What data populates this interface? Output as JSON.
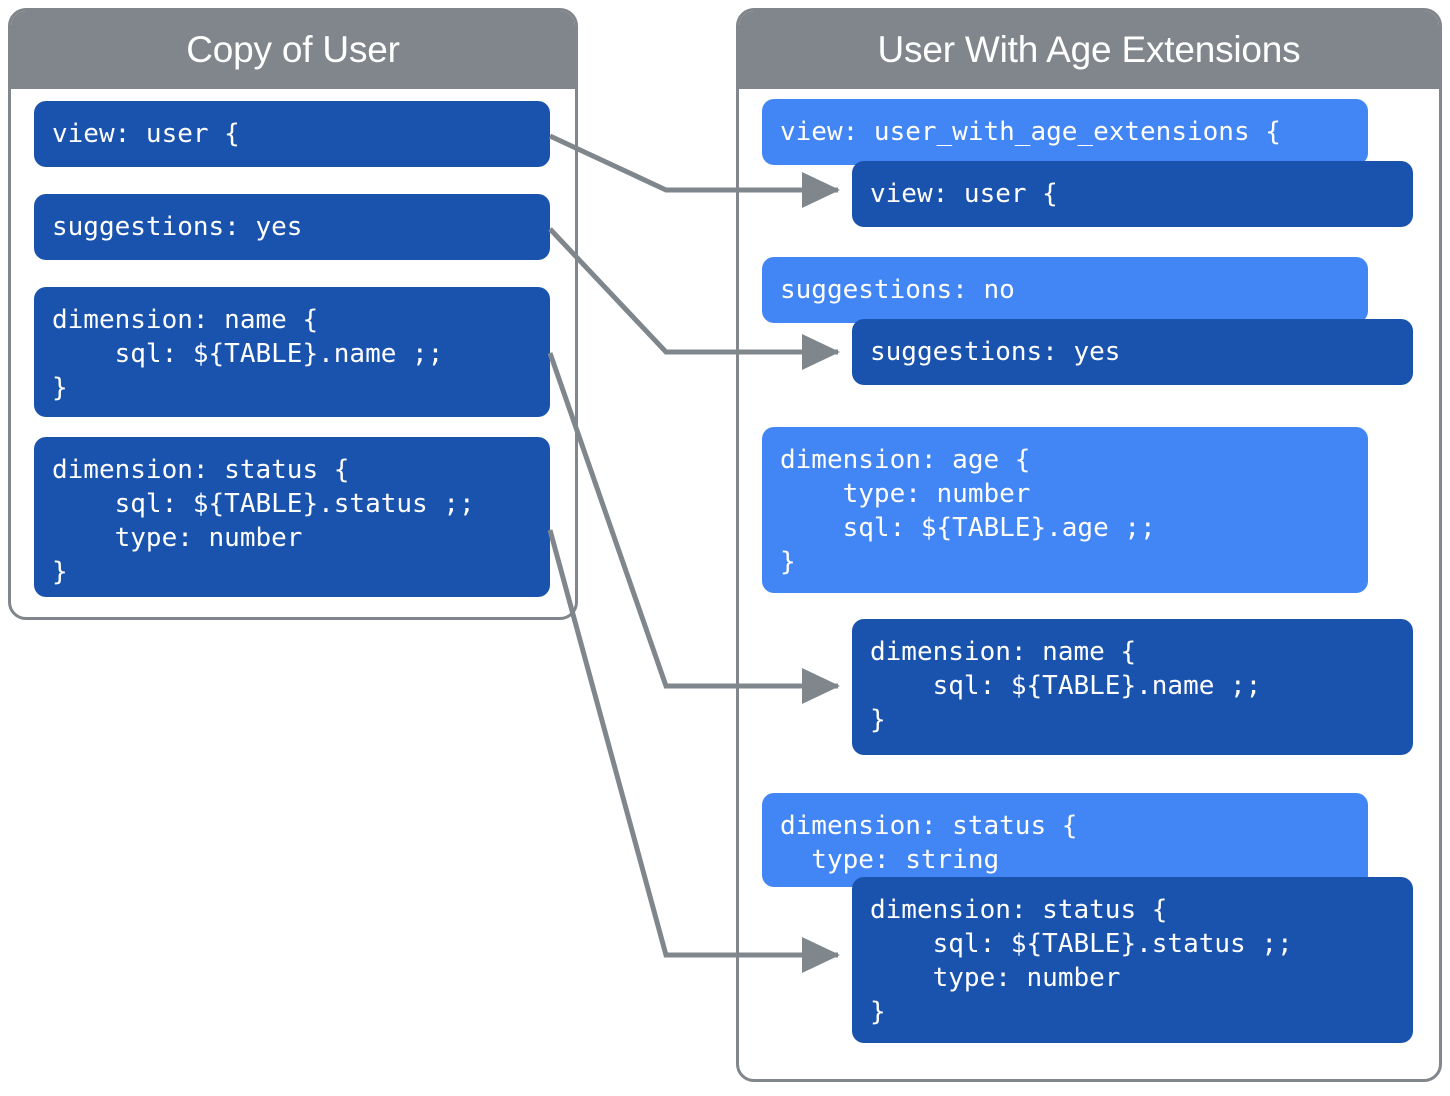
{
  "meta": {
    "colors": {
      "header_gray": "#80868b",
      "box_dark_blue": "#1a53ae",
      "box_light_blue": "#4285f4",
      "connector_gray": "#7f868c",
      "panel_border": "#80868b",
      "text_white": "#ffffff",
      "background": "#ffffff"
    }
  },
  "left_panel": {
    "title": "Copy of User",
    "blocks": [
      {
        "id": "view-user",
        "text": "view: user {"
      },
      {
        "id": "suggestions-yes",
        "text": "suggestions: yes"
      },
      {
        "id": "dimension-name",
        "text": "dimension: name {\n    sql: ${TABLE}.name ;;\n}"
      },
      {
        "id": "dimension-status",
        "text": "dimension: status {\n    sql: ${TABLE}.status ;;\n    type: number\n}"
      }
    ]
  },
  "right_panel": {
    "title": "User With Age Extensions",
    "blocks": [
      {
        "id": "view-user-with-age-extensions",
        "variant": "light",
        "text": "view: user_with_age_extensions {"
      },
      {
        "id": "inherited-view-user",
        "variant": "dark",
        "text": "view: user {"
      },
      {
        "id": "suggestions-no",
        "variant": "light",
        "text": "suggestions: no"
      },
      {
        "id": "inherited-suggestions-yes",
        "variant": "dark",
        "text": "suggestions: yes"
      },
      {
        "id": "dimension-age",
        "variant": "light",
        "text": "dimension: age {\n    type: number\n    sql: ${TABLE}.age ;;\n}"
      },
      {
        "id": "inherited-dimension-name",
        "variant": "dark",
        "text": "dimension: name {\n    sql: ${TABLE}.name ;;\n}"
      },
      {
        "id": "dimension-status-string",
        "variant": "light",
        "text": "dimension: status {\n  type: string"
      },
      {
        "id": "inherited-dimension-status",
        "variant": "dark",
        "text": "dimension: status {\n    sql: ${TABLE}.status ;;\n    type: number\n}"
      }
    ]
  },
  "connectors": [
    {
      "id": "view-user-to-inherited-view-user",
      "from": "view: user {",
      "to": "view: user {"
    },
    {
      "id": "suggestions-yes-to-inherited",
      "from": "suggestions: yes",
      "to": "suggestions: yes"
    },
    {
      "id": "dimension-name-to-inherited",
      "from": "dimension: name {",
      "to": "dimension: name {"
    },
    {
      "id": "dimension-status-to-inherited",
      "from": "dimension: status {",
      "to": "dimension: status {"
    }
  ]
}
